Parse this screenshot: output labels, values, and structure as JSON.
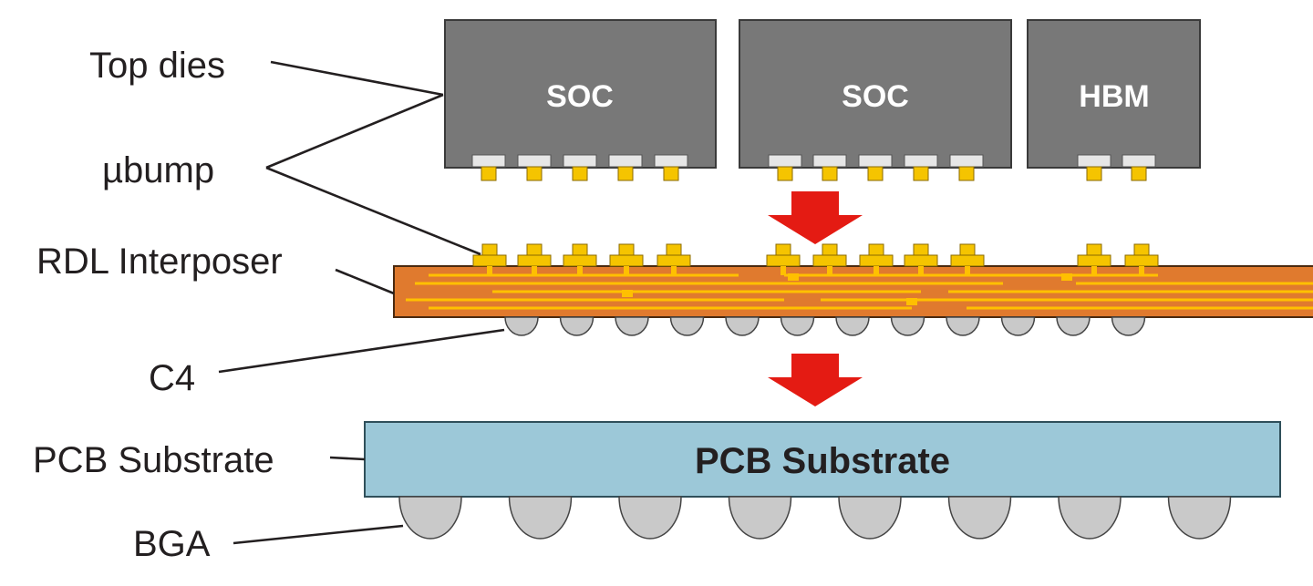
{
  "labels": {
    "top_dies": "Top dies",
    "ubump": "µbump",
    "rdl_interposer": "RDL Interposer",
    "c4": "C4",
    "pcb_substrate": "PCB Substrate",
    "bga": "BGA"
  },
  "dies": [
    {
      "name": "SOC"
    },
    {
      "name": "SOC"
    },
    {
      "name": "HBM"
    }
  ],
  "substrate_text": "PCB Substrate",
  "colors": {
    "die": "#787878",
    "die_border": "#3a3a3a",
    "bump_pad": "#e6e6e6",
    "bump_gold": "#f5c400",
    "interposer": "#e07a2e",
    "interposer_border": "#4a2a10",
    "trace": "#ffc000",
    "c4_ball": "#c9c9c9",
    "substrate": "#9cc8d8",
    "bga_ball": "#c9c9c9",
    "arrow": "#e41b13",
    "text": "#231f20"
  },
  "icons": {
    "flow_arrow": "down-arrow-icon"
  }
}
